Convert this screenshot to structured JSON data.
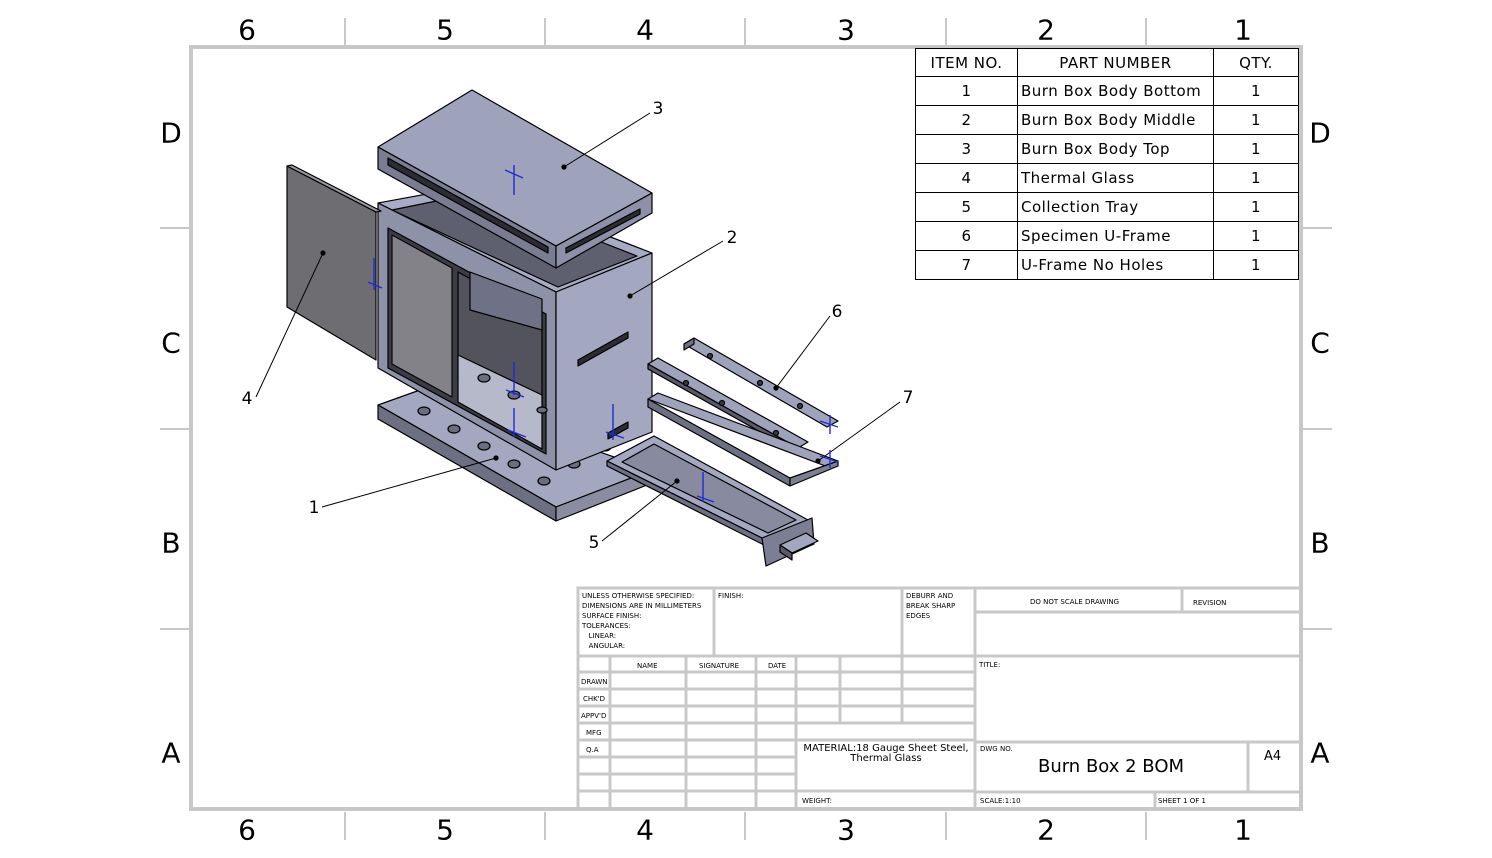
{
  "zones": {
    "columns": [
      "6",
      "5",
      "4",
      "3",
      "2",
      "1"
    ],
    "rows": [
      "D",
      "C",
      "B",
      "A"
    ]
  },
  "bom": {
    "headers": [
      "ITEM NO.",
      "PART NUMBER",
      "QTY."
    ],
    "rows": [
      [
        "1",
        "Burn Box Body Bottom",
        "1"
      ],
      [
        "2",
        "Burn Box Body Middle",
        "1"
      ],
      [
        "3",
        "Burn Box Body Top",
        "1"
      ],
      [
        "4",
        "Thermal Glass",
        "1"
      ],
      [
        "5",
        "Collection Tray",
        "1"
      ],
      [
        "6",
        "Specimen U-Frame",
        "1"
      ],
      [
        "7",
        "U-Frame No Holes",
        "1"
      ]
    ]
  },
  "balloons": [
    "1",
    "2",
    "3",
    "4",
    "5",
    "6",
    "7"
  ],
  "title_block": {
    "unless_specified": "UNLESS OTHERWISE SPECIFIED:\nDIMENSIONS ARE IN MILLIMETERS\nSURFACE FINISH:\nTOLERANCES:\n   LINEAR:\n   ANGULAR:",
    "finish_label": "FINISH:",
    "deburr_label": "DEBURR AND\nBREAK SHARP\nEDGES",
    "do_not_scale": "DO NOT SCALE DRAWING",
    "revision_label": "REVISION",
    "title_label": "TITLE:",
    "col_name": "NAME",
    "col_signature": "SIGNATURE",
    "col_date": "DATE",
    "row_drawn": "DRAWN",
    "row_chkd": "CHK'D",
    "row_appvd": "APPV'D",
    "row_mfg": "MFG",
    "row_qa": "Q.A",
    "material": "MATERIAL:18 Gauge Sheet Steel,\nThermal Glass",
    "dwg_no_label": "DWG NO.",
    "dwg_no": "Burn Box 2 BOM",
    "size": "A4",
    "weight_label": "WEIGHT:",
    "scale": "SCALE:1:10",
    "sheet": "SHEET 1 OF 1"
  },
  "colors": {
    "part_fill": "#9b9fb8",
    "part_dark": "#7c7f94",
    "part_shade": "#585a68",
    "glass": "#6f6f72",
    "triad": "#1f2bd6"
  }
}
